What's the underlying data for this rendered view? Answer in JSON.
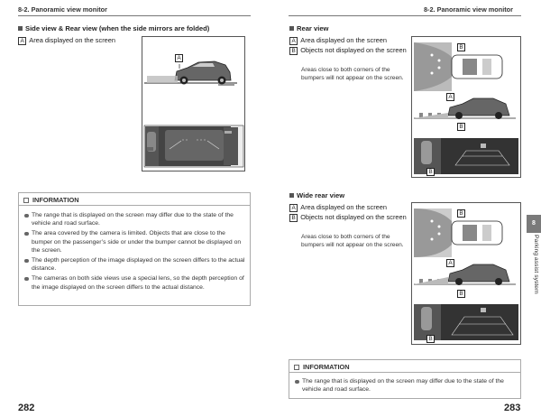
{
  "left": {
    "header": "8-2. Panoramic view monitor",
    "section_title": "Side view & Rear view (when the side mirrors are folded)",
    "items": [
      {
        "tag": "A",
        "text": "Area displayed on the screen"
      }
    ],
    "figure_labels": [
      "A"
    ],
    "info": {
      "title": "INFORMATION",
      "bullets": [
        "The range that is displayed on the screen may differ due to the state of the vehicle and road surface.",
        "The area covered by the camera is limited. Objects that are close to the bumper on the passenger’s side or under the bumper cannot be displayed on the screen.",
        "The depth perception of the image displayed on the screen differs to the actual distance.",
        "The cameras on both side views use a special lens, so the depth perception of the image displayed on the screen differs to the actual distance."
      ]
    },
    "page_number": "282"
  },
  "right": {
    "header": "8-2. Panoramic view monitor",
    "rear": {
      "title": "Rear view",
      "items": [
        {
          "tag": "A",
          "text": "Area displayed on the screen"
        },
        {
          "tag": "B",
          "text": "Objects not displayed on the screen"
        }
      ],
      "note": "Areas close to both corners of the bumpers will not appear on the screen.",
      "figure_labels": [
        "B",
        "A",
        "B",
        "B"
      ]
    },
    "wide_rear": {
      "title": "Wide rear view",
      "items": [
        {
          "tag": "A",
          "text": "Area displayed on the screen"
        },
        {
          "tag": "B",
          "text": "Objects not displayed on the screen"
        }
      ],
      "note": "Areas close to both corners of the bumpers will not appear on the screen.",
      "figure_labels": [
        "B",
        "A",
        "B",
        "B"
      ]
    },
    "info": {
      "title": "INFORMATION",
      "bullets": [
        "The range that is displayed on the screen may differ due to the state of the vehicle and road surface."
      ]
    },
    "side_tab": {
      "number": "8",
      "label": "Parking assist system"
    },
    "page_number": "283"
  }
}
